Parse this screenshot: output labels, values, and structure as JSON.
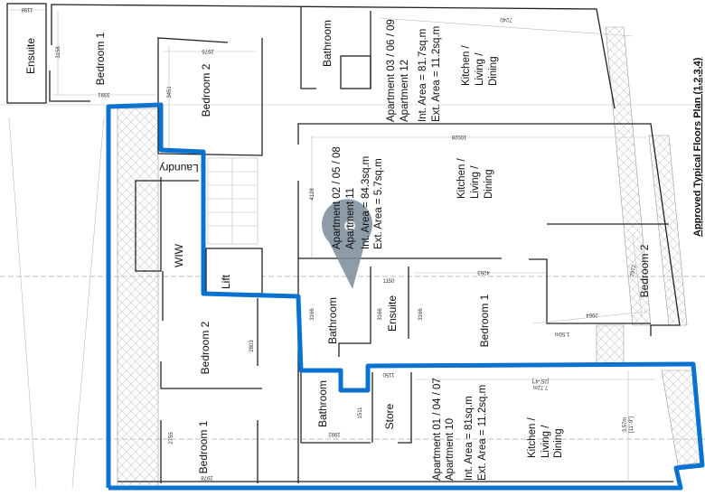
{
  "title": "Approved Typical Floors Plan (1,2,3,4)",
  "highlight_color": "#0a72d1",
  "marker_color": "#7b8b9a",
  "rooms": {
    "ensuite_top": "Ensuite",
    "bedroom1_top": "Bedroom 1",
    "bedroom2_top": "Bedroom 2",
    "bathroom_top": "Bathroom",
    "laundry": "Laundry",
    "wiw": "WIW",
    "lift": "Lift",
    "bedroom2_left": "Bedroom 2",
    "bedroom1_left": "Bedroom 1",
    "bathroom_mid": "Bathroom",
    "ensuite_mid": "Ensuite",
    "bedroom1_mid": "Bedroom 1",
    "bedroom2_right": "Bedroom 2",
    "bathroom_bottom": "Bathroom",
    "store": "Store"
  },
  "apartments": [
    {
      "name": "Apartment 03 / 06 / 09",
      "alt": "Apartment 12",
      "int_area": "Int. Area = 81.7sq.m",
      "ext_area": "Ext. Area = 11.2sq.m",
      "kld": [
        "Kitchen /",
        "Living /",
        "Dining"
      ]
    },
    {
      "name": "Apartment 02 / 05 / 08",
      "alt": "Apartment 11",
      "int_area": "Int. Area = 84.3sq.m",
      "ext_area": "Ext. Area = 5.7sq.m",
      "kld": [
        "Kitchen /",
        "Living /",
        "Dining"
      ]
    },
    {
      "name": "Apartment 01 / 04 / 07",
      "alt": "Apartment 10",
      "int_area": "Int. Area = 81sq.m",
      "ext_area": "Ext. Area = 11.2sq.m",
      "kld": [
        "Kitchen /",
        "Living /",
        "Dining"
      ]
    }
  ],
  "dimensions": {
    "d1198": "1198",
    "d3158": "3158",
    "d3391": "3391",
    "d2975": "2975",
    "d3451": "3451",
    "d7240": "7240",
    "d10028": "10028",
    "d4128": "4128",
    "d4263": "4263",
    "d1150a": "1150",
    "d3166a": "3166",
    "d3166b": "3166",
    "d3166c": "3166",
    "d2972": "2972",
    "d2964": "2964",
    "d150m": "1.50m",
    "d2803": "2803",
    "d2755": "2755",
    "d2978": "2978",
    "d1150b": "1150",
    "d1511": "1511",
    "d1992": "1992",
    "d772": "7.72m",
    "d254": "[25'-4\"]",
    "d357": "3.57m",
    "d119": "[11'-9\"]"
  }
}
